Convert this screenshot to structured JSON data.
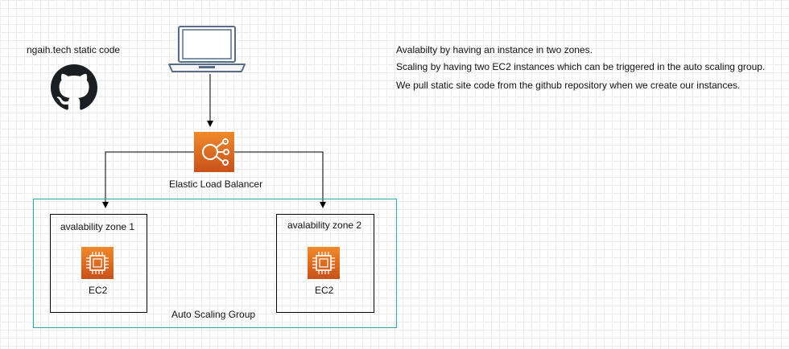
{
  "github": {
    "label": "ngaih.tech static code",
    "icon": "github-icon"
  },
  "client": {
    "icon": "laptop-icon"
  },
  "load_balancer": {
    "label": "Elastic Load Balancer",
    "icon": "elastic-load-balancer-icon"
  },
  "auto_scaling_group": {
    "label": "Auto Scaling Group"
  },
  "zones": [
    {
      "label": "avalability zone 1",
      "instance_label": "EC2",
      "icon": "ec2-icon"
    },
    {
      "label": "avalability zone 2",
      "instance_label": "EC2",
      "icon": "ec2-icon"
    }
  ],
  "notes": [
    "Avalabilty by having an instance in two zones.",
    "Scaling by having two EC2 instances which can be triggered in the auto scaling group.",
    "We pull static site code from the github repository when we create our instances."
  ],
  "colors": {
    "aws_orange": "#ed7100",
    "asg_border": "#2aa8a6",
    "laptop_stroke": "#5a6b86"
  }
}
